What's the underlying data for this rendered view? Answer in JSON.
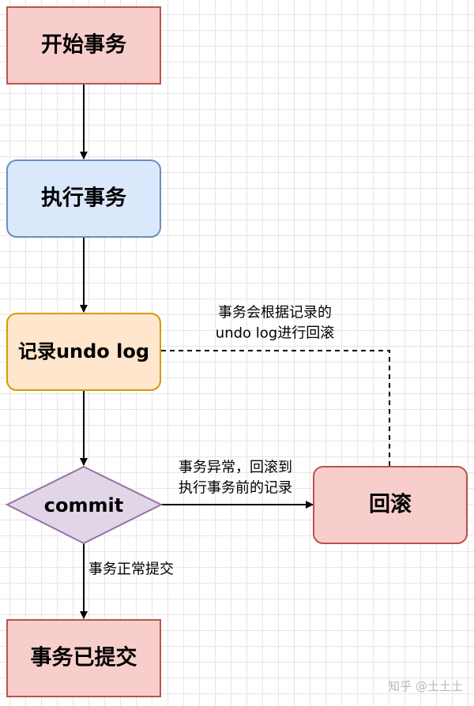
{
  "nodes": {
    "start": {
      "label": "开始事务",
      "fill": "#f8cecc",
      "stroke": "#b85450"
    },
    "execute": {
      "label": "执行事务",
      "fill": "#dae8fc",
      "stroke": "#6c8ebf"
    },
    "undo_log": {
      "label": "记录undo log",
      "fill": "#ffe6cc",
      "stroke": "#d79b00"
    },
    "commit": {
      "label": "commit",
      "fill": "#e1d5e7",
      "stroke": "#9673a6"
    },
    "rollback": {
      "label": "回滚",
      "fill": "#f8cecc",
      "stroke": "#b85450"
    },
    "committed": {
      "label": "事务已提交",
      "fill": "#f8cecc",
      "stroke": "#b85450"
    }
  },
  "edges": {
    "undo_to_rollback": {
      "line1": "事务会根据记录的",
      "line2": "undo log进行回滚"
    },
    "commit_to_rollback": {
      "line1": "事务异常，回滚到",
      "line2": "执行事务前的记录"
    },
    "commit_to_committed": {
      "label": "事务正常提交"
    }
  },
  "watermark": {
    "text": "知乎 @土土土"
  }
}
